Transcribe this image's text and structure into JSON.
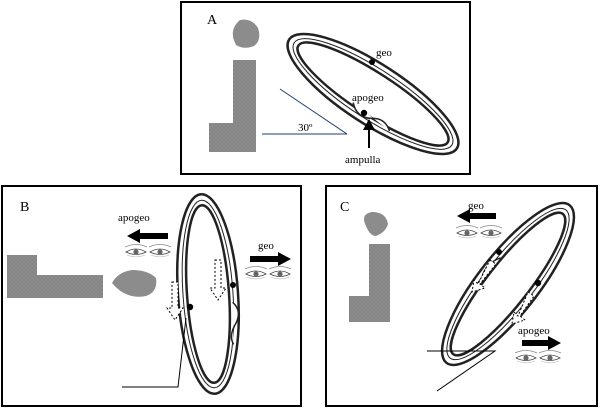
{
  "panels": {
    "a": {
      "letter": "A",
      "geo_label": "geo",
      "apogeo_label": "apogeo",
      "angle_label": "30º",
      "ampulla_label": "ampulla"
    },
    "b": {
      "letter": "B",
      "apogeo_label": "apogeo",
      "geo_label": "geo"
    },
    "c": {
      "letter": "C",
      "geo_label": "geo",
      "apogeo_label": "apogeo"
    }
  },
  "colors": {
    "body": "#8c8c8c",
    "line": "#000000",
    "angle_line": "#1f3f73",
    "background": "#ffffff"
  },
  "icons": [
    "head-silhouette",
    "eyes",
    "arrow-left",
    "arrow-right",
    "dashed-arrow",
    "canal-ring",
    "ampulla",
    "otolith-dot"
  ]
}
